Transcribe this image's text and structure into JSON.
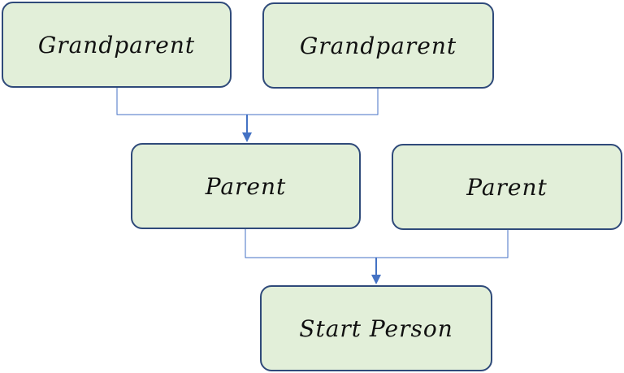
{
  "diagram": {
    "nodes": {
      "grandparent_left": "Grandparent",
      "grandparent_right": "Grandparent",
      "parent_left": "Parent",
      "parent_right": "Parent",
      "start_person": "Start Person"
    },
    "colors": {
      "node_fill": "#e2efd9",
      "node_border": "#2f4a7a",
      "connector": "#4472c4"
    }
  }
}
